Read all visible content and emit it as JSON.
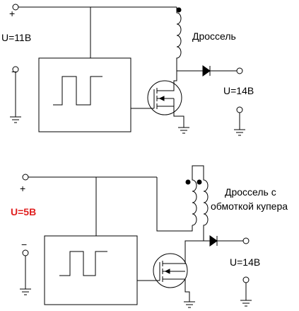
{
  "circuit_top": {
    "plus_sign": "+",
    "minus_sign": "−",
    "supply_voltage": "U=11В",
    "inductor_label": "Дроссель",
    "output_voltage": "U=14В"
  },
  "circuit_bottom": {
    "plus_sign": "+",
    "minus_sign": "−",
    "supply_voltage": "U=5В",
    "inductor_label_line1": "Дроссель с",
    "inductor_label_line2": "обмоткой купера",
    "output_voltage": "U=14В"
  },
  "colors": {
    "wire": "#000000",
    "highlight_voltage": "#e02020"
  }
}
